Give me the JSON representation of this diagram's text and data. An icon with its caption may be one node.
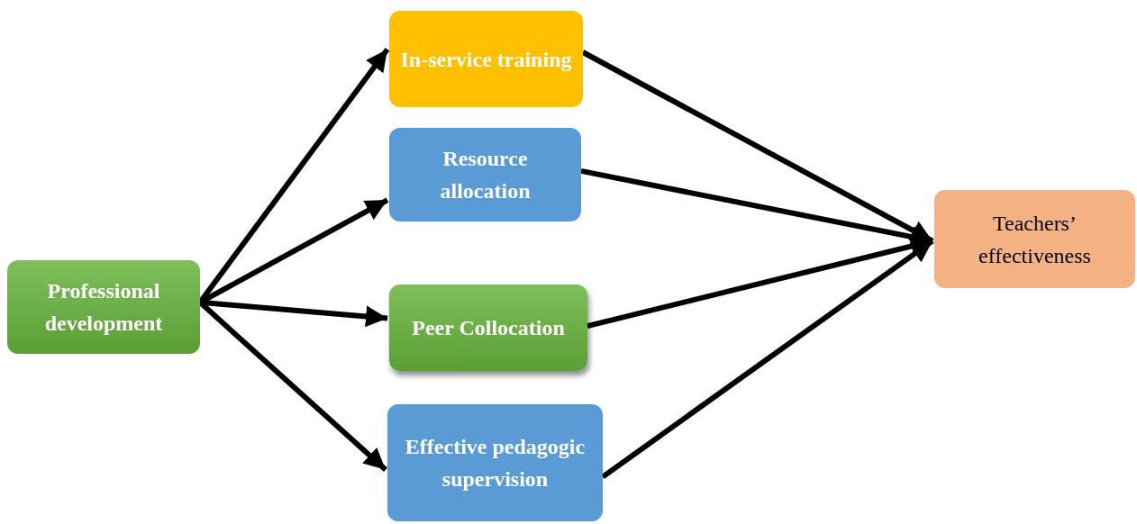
{
  "diagram": {
    "nodes": [
      {
        "text": [
          "Professional development"
        ]
      },
      {
        "text": [
          "In-service training"
        ]
      },
      {
        "text": [
          "Resource allocation"
        ]
      },
      {
        "text": [
          "Peer Collocation"
        ]
      },
      {
        "text": [
          "Effective pedagogic supervision"
        ]
      },
      {
        "text": [
          "Teachers’ effectiveness"
        ]
      }
    ],
    "edges": [
      {
        "from": 0,
        "to": 1,
        "arrow": "to"
      },
      {
        "from": 0,
        "to": 2,
        "arrow": "to"
      },
      {
        "from": 0,
        "to": 3,
        "arrow": "to"
      },
      {
        "from": 0,
        "to": 4,
        "arrow": "to"
      },
      {
        "from": 1,
        "to": 5,
        "arrow": "to"
      },
      {
        "from": 2,
        "to": 5,
        "arrow": "to"
      },
      {
        "from": 3,
        "to": 5,
        "arrow": "to"
      },
      {
        "from": 4,
        "to": 5,
        "arrow": "to"
      }
    ]
  }
}
